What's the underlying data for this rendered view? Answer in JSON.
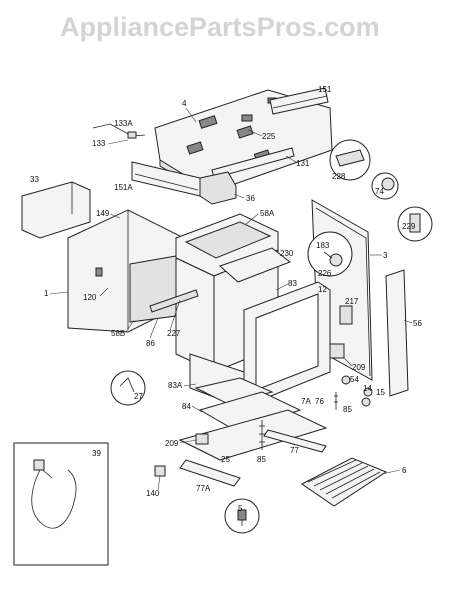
{
  "watermark": "AppliancePartsPros.com",
  "labels": {
    "l4": "4",
    "l151": "151",
    "l133A": "133A",
    "l133": "133",
    "l225": "225",
    "l131": "131",
    "l151A": "151A",
    "l33": "33",
    "l36": "36",
    "l228": "228",
    "l74": "74",
    "l149": "149",
    "l58A": "58A",
    "l229": "229",
    "l183": "183",
    "l226": "226",
    "l230": "230",
    "l3": "3",
    "l1": "1",
    "l120": "120",
    "l83": "83",
    "l12": "12",
    "l217": "217",
    "l56": "56",
    "l58B": "58B",
    "l227": "227",
    "l86": "86",
    "l209a": "209",
    "l27": "27",
    "l83A": "83A",
    "l54": "54",
    "l14": "14",
    "l15": "15",
    "l84": "84",
    "l7A": "7A",
    "l76": "76",
    "l85a": "85",
    "l39": "39",
    "l209b": "209",
    "l25": "25",
    "l85b": "85",
    "l77": "77",
    "l6": "6",
    "l140": "140",
    "l77A": "77A",
    "l5": "5"
  }
}
